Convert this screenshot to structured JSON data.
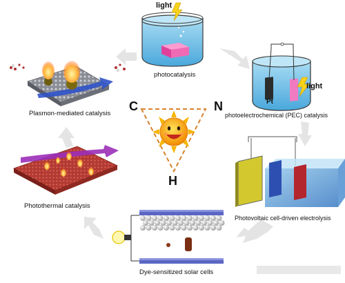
{
  "labels": {
    "photocatalysis": "photocatalysis",
    "pec": "photoelectrochemical (PEC) catalysis",
    "plasmon": "Plasmon-mediated catalysis",
    "photothermal": "Photothermal catalysis",
    "pv": "Photovoltaic cell-driven electrolysis",
    "dssc": "Dye-sensitized solar cells",
    "light_top": "light",
    "light_pec": "light",
    "pt": "Pt"
  },
  "triangle": {
    "c": "C",
    "n": "N",
    "h": "H"
  },
  "colors": {
    "water": "#7cc7ea",
    "arrow": "#e3e3e3",
    "triangle": "#d9822b",
    "sun": "#f7b500"
  }
}
